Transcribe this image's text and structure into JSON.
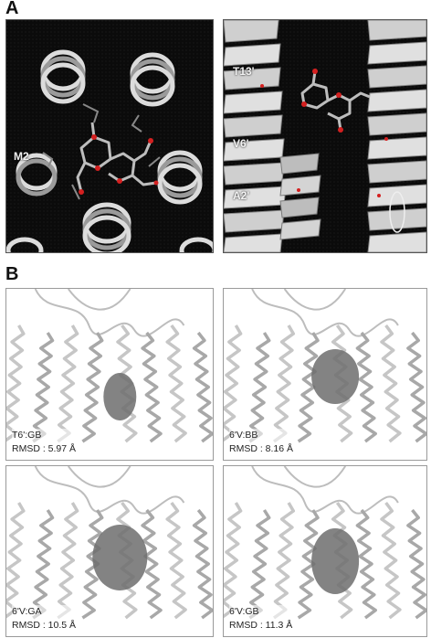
{
  "panel_a": {
    "letter": "A",
    "left_view": {
      "label_m2": "M2"
    },
    "right_view": {
      "label_t13": "T13'",
      "label_v6": "V6'",
      "label_a2": "A2'"
    }
  },
  "panel_b": {
    "letter": "B",
    "models": [
      {
        "name": "T6':GB",
        "rmsd": "RMSD : 5.97 Å"
      },
      {
        "name": "6'V:BB",
        "rmsd": "RMSD : 8.16 Å"
      },
      {
        "name": "6'V:GA",
        "rmsd": "RMSD : 10.5 Å"
      },
      {
        "name": "6'V:GB",
        "rmsd": "RMSD : 11.3 Å"
      }
    ]
  },
  "colors": {
    "dark_background": "#0b0b0b",
    "helix": "#d9d9d9",
    "ligand_oxygen": "#d42020",
    "ligand_carbon": "#bdbdbd",
    "cavity": "#6d6d6d"
  }
}
